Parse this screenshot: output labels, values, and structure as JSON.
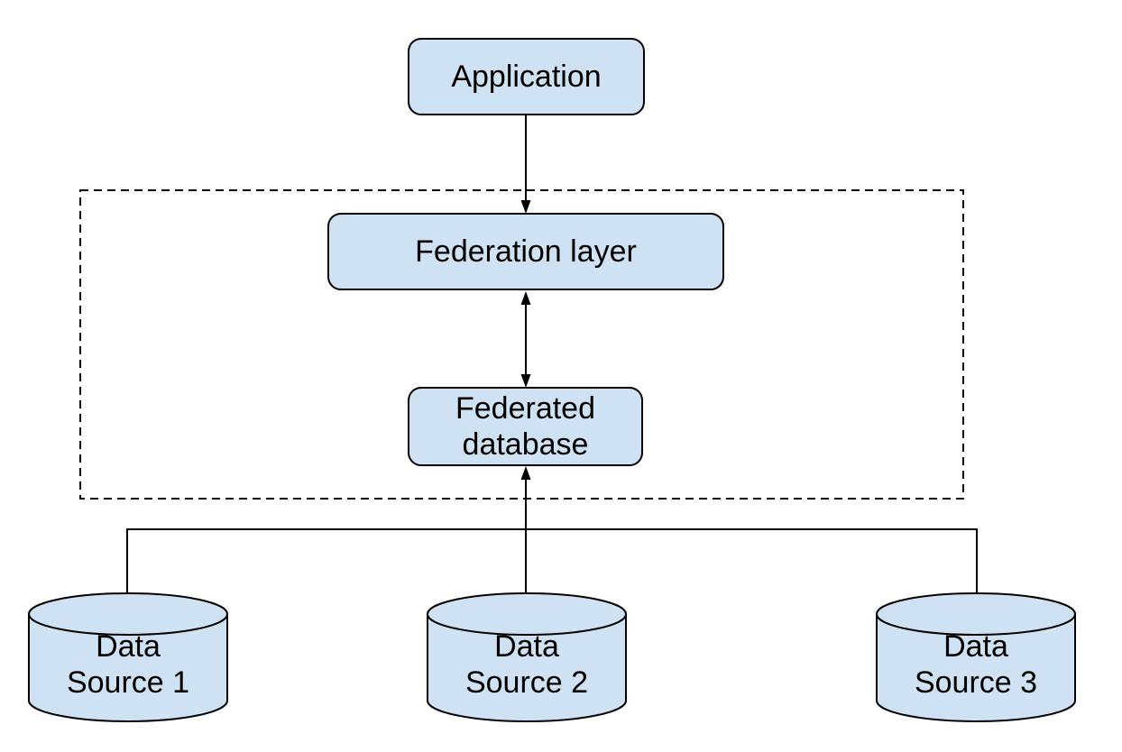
{
  "colors": {
    "background": "#ffffff",
    "node_fill": "#cfe2f3",
    "node_stroke": "#000000",
    "line_color": "#000000"
  },
  "nodes": {
    "application": {
      "label": "Application"
    },
    "federation_layer": {
      "label": "Federation layer"
    },
    "federated_database": {
      "line1": "Federated",
      "line2": "database"
    },
    "data_source_1": {
      "line1": "Data",
      "line2": "Source 1"
    },
    "data_source_2": {
      "line1": "Data",
      "line2": "Source 2"
    },
    "data_source_3": {
      "line1": "Data",
      "line2": "Source 3"
    }
  }
}
